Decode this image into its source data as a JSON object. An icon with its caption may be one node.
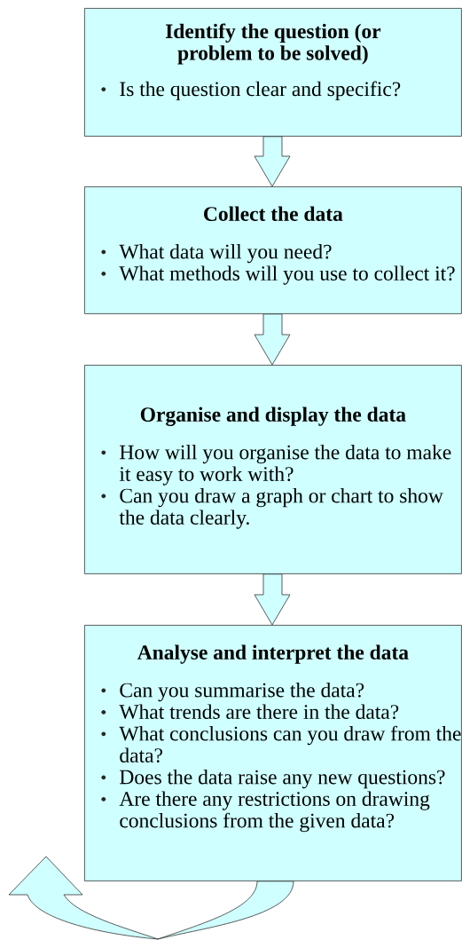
{
  "diagram": {
    "nodes": [
      {
        "text": [
          "Identify the question (or problem to be solved)",
          "Is the question clear and specific?"
        ]
      },
      {
        "text": [
          "Collect the data",
          "What data will you need?",
          "What methods will you use to collect it?"
        ]
      },
      {
        "text": [
          "Organise and display the data",
          "How will you organise the data to make it easy to work with?",
          "Can you draw a graph or chart to show the data clearly."
        ]
      },
      {
        "text": [
          "Analyse and interpret the data",
          "Can you summarise the data?",
          "What trends are there in the data?",
          "What conclusions can you draw from the data?",
          "Does the data raise any new questions?",
          "Are there any restrictions on drawing conclusions from the given data?"
        ]
      }
    ],
    "edges": [
      {
        "from": 0,
        "to": 1,
        "arrow": "to"
      },
      {
        "from": 1,
        "to": 2,
        "arrow": "to"
      },
      {
        "from": 2,
        "to": 3,
        "arrow": "to"
      },
      {
        "from": 3,
        "to": null,
        "arrow": "to"
      }
    ]
  }
}
